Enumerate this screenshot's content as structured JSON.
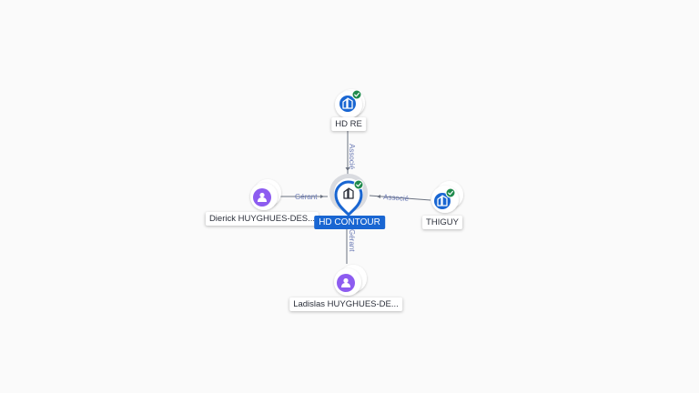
{
  "colors": {
    "company": "#1966d2",
    "person": "#8d5cf0",
    "check": "#1f8a4c",
    "edge": "#6b7280",
    "edge_label": "#6c7bb5"
  },
  "center_node": {
    "label": "HD CONTOUR",
    "icon": "building-icon"
  },
  "nodes": [
    {
      "id": "hd-re",
      "label": "HD RE",
      "kind": "company",
      "icon": "building-icon"
    },
    {
      "id": "thiguy",
      "label": "THIGUY",
      "kind": "company",
      "icon": "building-icon"
    },
    {
      "id": "dierick",
      "label": "Dierick HUYGHUES-DES...",
      "kind": "person",
      "icon": "person-icon"
    },
    {
      "id": "ladislas",
      "label": "Ladislas HUYGHUES-DE...",
      "kind": "person",
      "icon": "person-icon"
    }
  ],
  "edges": [
    {
      "from": "hd-re",
      "label": "Associé"
    },
    {
      "from": "thiguy",
      "label": "Associé"
    },
    {
      "from": "dierick",
      "label": "Gérant"
    },
    {
      "from": "ladislas",
      "label": "Gérant"
    }
  ]
}
